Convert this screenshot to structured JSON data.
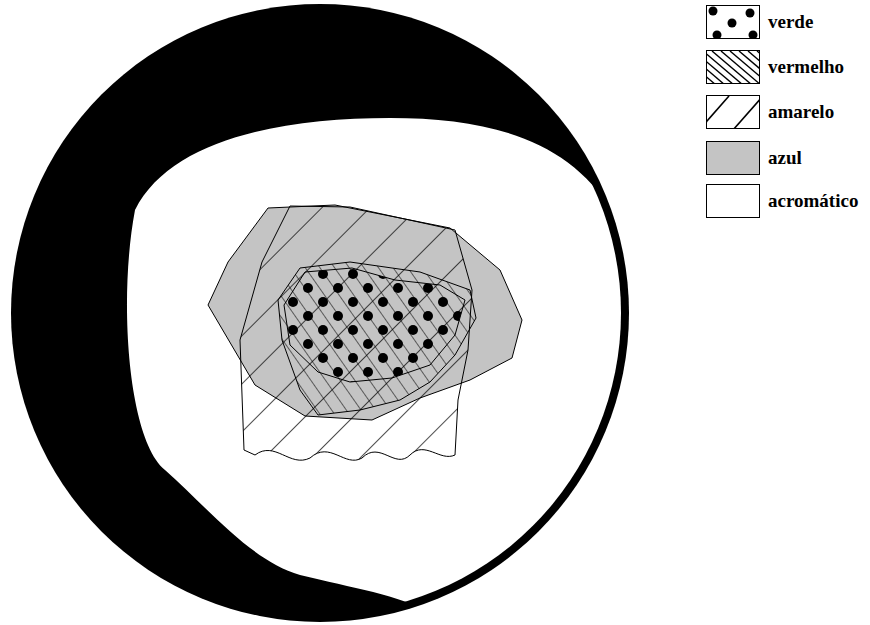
{
  "diagram": {
    "legend": [
      {
        "text": "verde"
      },
      {
        "text": "vermelho"
      },
      {
        "text": "amarelo"
      },
      {
        "text": "azul",
        "color": "#c4c4c4"
      },
      {
        "text": "acromático",
        "color": "#ffffff"
      }
    ]
  }
}
